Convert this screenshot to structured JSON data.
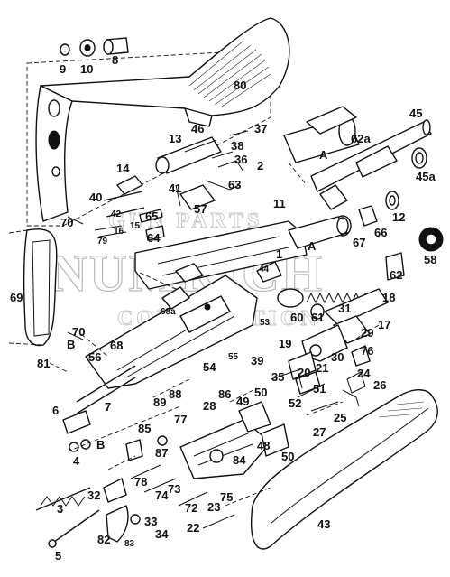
{
  "watermark": {
    "line1": "GUN PARTS",
    "line2": "NUMRICH",
    "line3": "CORPORATION"
  },
  "labels": [
    "9",
    "10",
    "8",
    "80",
    "46",
    "37",
    "45",
    "13",
    "38",
    "62a",
    "2",
    "A",
    "36",
    "45a",
    "14",
    "63",
    "41",
    "40",
    "57",
    "11",
    "12",
    "42",
    "65",
    "15",
    "16",
    "67",
    "66",
    "70",
    "64",
    "79",
    "A",
    "58",
    "1",
    "69",
    "62",
    "68a",
    "18",
    "44",
    "60",
    "61",
    "53",
    "31",
    "17",
    "70",
    "B",
    "29",
    "68",
    "76",
    "19",
    "81",
    "56",
    "54",
    "55",
    "30",
    "39",
    "35",
    "20",
    "21",
    "24",
    "88",
    "86",
    "50",
    "51",
    "26",
    "6",
    "89",
    "7",
    "49",
    "52",
    "28",
    "25",
    "77",
    "85",
    "B",
    "27",
    "87",
    "48",
    "4",
    "84",
    "50",
    "78",
    "73",
    "3",
    "32",
    "74",
    "72",
    "75",
    "23",
    "33",
    "82",
    "83",
    "34",
    "22",
    "43",
    "5"
  ]
}
